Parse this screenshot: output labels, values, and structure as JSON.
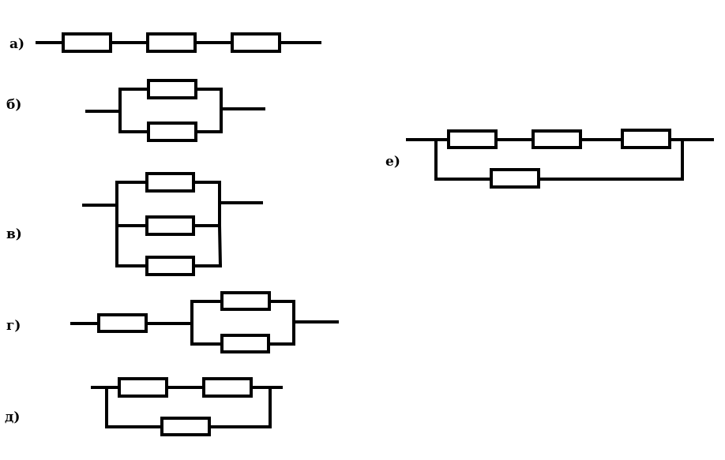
{
  "labels": {
    "a": "а)",
    "b": "б)",
    "v": "в)",
    "g": "г)",
    "d": "д)",
    "e": "е)"
  },
  "colors": {
    "line": "#000000",
    "background": "#ffffff"
  }
}
